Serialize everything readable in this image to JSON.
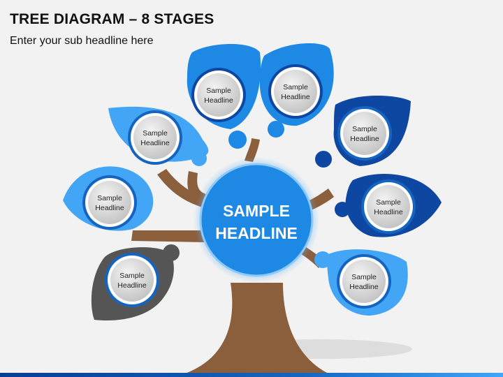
{
  "header": {
    "title": "TREE DIAGRAM – 8 STAGES",
    "subtitle": "Enter your sub headline here"
  },
  "center": {
    "line1": "SAMPLE",
    "line2": "HEADLINE",
    "color": "#1e88e5"
  },
  "stages": [
    {
      "line1": "Sample",
      "line2": "Headline",
      "color": "#42a5f5"
    },
    {
      "line1": "Sample",
      "line2": "Headline",
      "color": "#42a5f5"
    },
    {
      "line1": "Sample",
      "line2": "Headline",
      "color": "#1e88e5"
    },
    {
      "line1": "Sample",
      "line2": "Headline",
      "color": "#1e88e5"
    },
    {
      "line1": "Sample",
      "line2": "Headline",
      "color": "#0d47a1"
    },
    {
      "line1": "Sample",
      "line2": "Headline",
      "color": "#0d47a1"
    },
    {
      "line1": "Sample",
      "line2": "Headline",
      "color": "#42a5f5"
    },
    {
      "line1": "Sample",
      "line2": "Headline",
      "color": "#555555"
    }
  ],
  "colors": {
    "trunk": "#8b5e3c",
    "ring_outer": "#ffffff",
    "ring_inner": "#bdbdbd"
  }
}
